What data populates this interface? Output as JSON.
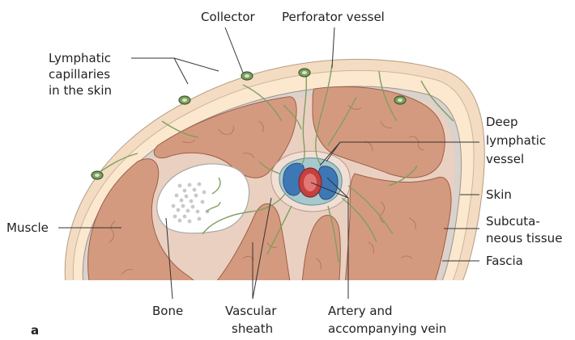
{
  "figure": {
    "panel_letter": "a",
    "labels": {
      "collector": "Collector",
      "perforator_vessel": "Perforator vessel",
      "lymphatic_capillaries": [
        "Lymphatic",
        "capillaries",
        "in the skin"
      ],
      "deep_lymphatic_vessel": [
        "Deep",
        "lymphatic",
        "vessel"
      ],
      "skin": "Skin",
      "subcutaneous_tissue": [
        "Subcuta-",
        "neous tissue"
      ],
      "fascia": "Fascia",
      "muscle": "Muscle",
      "bone": "Bone",
      "vascular_sheath": [
        "Vascular",
        "sheath"
      ],
      "artery_vein": [
        "Artery and",
        "accompanying vein"
      ]
    }
  },
  "colors": {
    "skin": "#f3dcc2",
    "subcutaneous": "#fbe8cf",
    "fascia": "#d9d2cd",
    "muscle": "#d49a7f",
    "muscle_lines": "#9c5f47",
    "septum": "#ead0c1",
    "bone": "#ffffff",
    "bone_dots": "#c9c9c9",
    "lymphatics": "#7fa060",
    "vein": "#3e77b6",
    "artery": "#c6413f",
    "sheath": "#a7c8cc"
  }
}
